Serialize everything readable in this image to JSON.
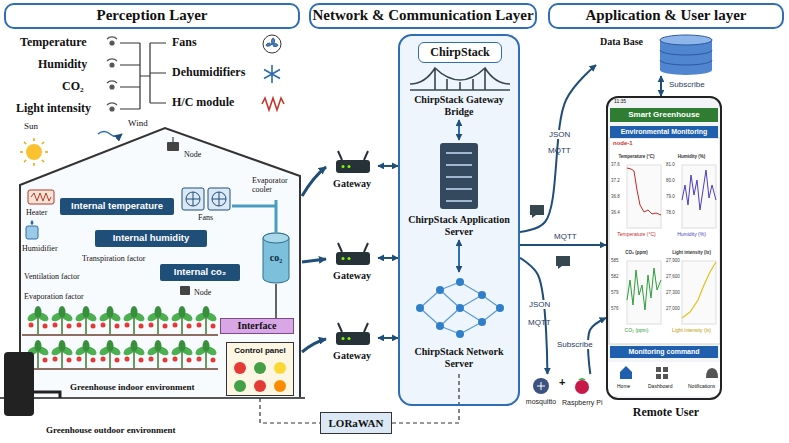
{
  "diagram": {
    "nodes": [
      {
        "text": [
          "Perception Layer"
        ]
      },
      {
        "text": [
          "Network & Communication Layer"
        ]
      },
      {
        "text": [
          "Application & User layer"
        ]
      },
      {
        "text": [
          "Internal temperature"
        ]
      },
      {
        "text": [
          "Internal humidity"
        ]
      },
      {
        "text": [
          "Internal co₂"
        ]
      },
      {
        "text": [
          "co₂"
        ]
      },
      {
        "text": [
          "Interface"
        ]
      },
      {
        "text": [
          "Control panel"
        ]
      },
      {
        "text": [
          "Gateway"
        ]
      },
      {
        "text": [
          "Gateway"
        ]
      },
      {
        "text": [
          "Gateway"
        ]
      },
      {
        "text": [
          "ChirpStack"
        ]
      },
      {
        "text": [
          "ChirpStack Gateway Bridge"
        ],
        "in": 12
      },
      {
        "text": [
          "ChirpStack Application Server"
        ],
        "in": 12
      },
      {
        "text": [
          "ChirpStack Network Server"
        ],
        "in": 12
      },
      {
        "text": [
          "LORaWAN"
        ]
      },
      {
        "text": [
          "Data Base"
        ]
      },
      {
        "text": [
          "Remote User"
        ]
      },
      {
        "text": [
          "Smart Greenhouse"
        ],
        "in": 18
      },
      {
        "text": [
          "Environmental Monitoring"
        ],
        "in": 18
      },
      {
        "text": [
          "Temperature (°C)"
        ],
        "in": 18
      },
      {
        "text": [
          "Humidity (%)"
        ],
        "in": 18
      },
      {
        "text": [
          "CO₂ (ppm)"
        ],
        "in": 18
      },
      {
        "text": [
          "Light intensity (lx)"
        ],
        "in": 18
      },
      {
        "text": [
          "Monitoring command"
        ],
        "in": 18
      },
      {
        "text": [
          "mosquitto",
          "Raspberry Pi"
        ]
      }
    ],
    "edges": [
      {
        "from": 9,
        "to": 12,
        "arrow": "both"
      },
      {
        "from": 10,
        "to": 12,
        "arrow": "both"
      },
      {
        "from": 11,
        "to": 12,
        "arrow": "both"
      },
      {
        "from": 13,
        "to": 14,
        "arrow": "both"
      },
      {
        "from": 14,
        "to": 15,
        "arrow": "both"
      },
      {
        "from": 12,
        "to": 17,
        "label": "JSON",
        "arrow": "to"
      },
      {
        "from": 12,
        "to": 18,
        "label": "MQTT",
        "arrow": "to"
      },
      {
        "from": 12,
        "to": 26,
        "label": "JSON",
        "arrow": "to"
      },
      {
        "from": 17,
        "to": 18,
        "label": "Subscribe",
        "arrow": "both"
      },
      {
        "from": 26,
        "to": 18,
        "label": "Subscribe",
        "arrow": "to"
      },
      {
        "from": 16,
        "to": 15,
        "arrow": "none"
      },
      {
        "from": 6,
        "to": 7,
        "arrow": "none"
      }
    ],
    "labels": [
      "Temperature",
      "Humidity",
      "CO₂",
      "Light intensity",
      "Fans",
      "Dehumidifiers",
      "H/C module",
      "Sun",
      "Wind",
      "Node",
      "Heater",
      "Evaporator cooler",
      "Fans",
      "Humidifier",
      "Ventilation factor",
      "Transpiration factor",
      "Evaporation factor",
      "Node",
      "Greenhouse indoor environment",
      "Greenhouse outdoor environment",
      "MQTT",
      "MQTT",
      "+",
      "11:35",
      "node-1",
      "37.6",
      "37.2",
      "36.8",
      "36.4",
      "81.0",
      "80.0",
      "79.0",
      "78.0",
      "585",
      "582",
      "579",
      "576",
      "27,900",
      "27,600",
      "27,300",
      "27,000",
      "Temperature (°C)",
      "Humidity (%)",
      "CO₂ (ppm)",
      "Light intensity (lx)",
      "Home",
      "Dashboard",
      "Notifications"
    ]
  }
}
